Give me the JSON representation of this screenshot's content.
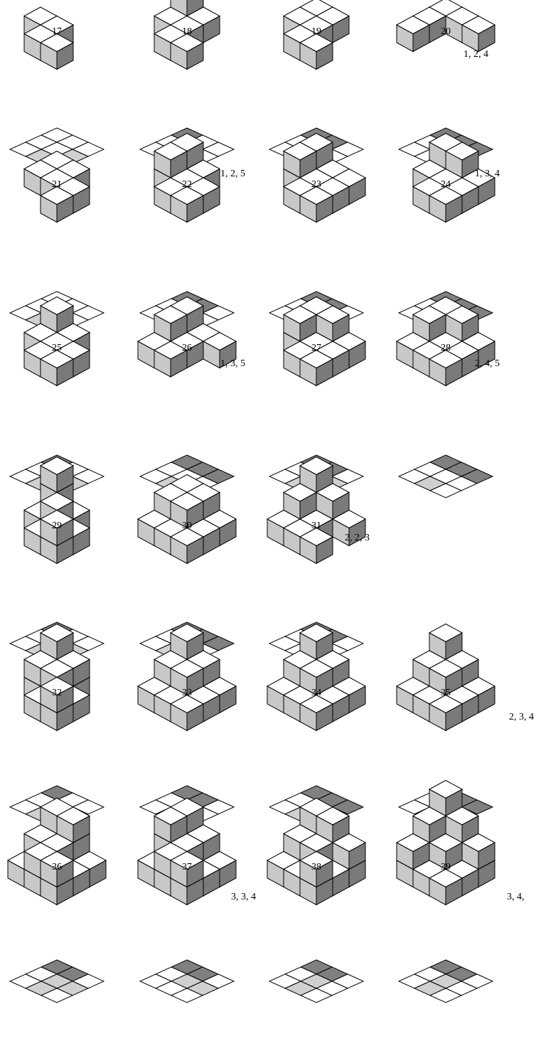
{
  "colors": {
    "top_face": "#ffffff",
    "left_face": "#c8c8c8",
    "right_face": "#7a7a7a",
    "stroke": "#000000",
    "grid_empty": "#ffffff",
    "grid_light": "#d0d0d0",
    "grid_dark": "#808080"
  },
  "groups": [
    {
      "labels": [
        "1, 2, 4"
      ],
      "items": [
        {
          "number": "17",
          "heights": [
            [
              0,
              0,
              0
            ],
            [
              1,
              1,
              0
            ],
            [
              0,
              1,
              1
            ]
          ],
          "shade": [
            [
              0,
              0,
              0
            ],
            [
              0,
              0,
              1
            ],
            [
              0,
              1,
              0
            ]
          ]
        },
        {
          "number": "18",
          "heights": [
            [
              2,
              1,
              0
            ],
            [
              1,
              1,
              0
            ],
            [
              0,
              1,
              1
            ]
          ],
          "shade": [
            [
              2,
              0,
              0
            ],
            [
              0,
              0,
              0
            ],
            [
              0,
              1,
              0
            ]
          ]
        },
        {
          "number": "19",
          "heights": [
            [
              1,
              1,
              0
            ],
            [
              1,
              1,
              0
            ],
            [
              0,
              1,
              1
            ]
          ],
          "shade": [
            [
              2,
              2,
              0
            ],
            [
              0,
              0,
              0
            ],
            [
              0,
              1,
              0
            ]
          ]
        },
        {
          "number": "20",
          "heights": [
            [
              1,
              1,
              1
            ],
            [
              1,
              0,
              0
            ],
            [
              1,
              0,
              0
            ]
          ],
          "shade": [
            [
              2,
              2,
              2
            ],
            [
              0,
              0,
              0
            ],
            [
              0,
              0,
              0
            ]
          ]
        }
      ]
    },
    {
      "labels": [
        "1, 2, 5",
        "1, 3, 4"
      ],
      "items": [
        {
          "number": "21",
          "heights": [
            [
              1,
              1,
              0
            ],
            [
              1,
              1,
              1
            ],
            [
              0,
              0,
              1
            ]
          ],
          "shade": [
            [
              0,
              0,
              0
            ],
            [
              0,
              0,
              0
            ],
            [
              0,
              1,
              1
            ]
          ]
        },
        {
          "number": "22",
          "heights": [
            [
              2,
              1,
              0
            ],
            [
              2,
              1,
              1
            ],
            [
              0,
              1,
              1
            ]
          ],
          "shade": [
            [
              2,
              2,
              0
            ],
            [
              0,
              0,
              0
            ],
            [
              0,
              0,
              0
            ]
          ]
        },
        {
          "number": "23",
          "heights": [
            [
              2,
              1,
              1
            ],
            [
              2,
              1,
              1
            ],
            [
              0,
              1,
              1
            ]
          ],
          "shade": [
            [
              2,
              2,
              0
            ],
            [
              0,
              1,
              1
            ],
            [
              0,
              0,
              0
            ]
          ]
        },
        {
          "number": "24",
          "heights": [
            [
              2,
              2,
              1
            ],
            [
              1,
              1,
              1
            ],
            [
              0,
              1,
              1
            ]
          ],
          "shade": [
            [
              2,
              2,
              2
            ],
            [
              0,
              0,
              1
            ],
            [
              0,
              0,
              0
            ]
          ]
        }
      ]
    },
    {
      "labels": [
        "1, 3, 5",
        "2, 4, 5"
      ],
      "items": [
        {
          "number": "25",
          "heights": [
            [
              2,
              1,
              0
            ],
            [
              1,
              1,
              1
            ],
            [
              0,
              1,
              1
            ]
          ],
          "shade": [
            [
              2,
              0,
              0
            ],
            [
              0,
              0,
              1
            ],
            [
              0,
              1,
              0
            ]
          ]
        },
        {
          "number": "26",
          "heights": [
            [
              2,
              1,
              1
            ],
            [
              2,
              1,
              0
            ],
            [
              1,
              1,
              0
            ]
          ],
          "shade": [
            [
              2,
              2,
              2
            ],
            [
              0,
              0,
              0
            ],
            [
              0,
              1,
              0
            ]
          ]
        },
        {
          "number": "27",
          "heights": [
            [
              2,
              2,
              1
            ],
            [
              2,
              1,
              1
            ],
            [
              0,
              1,
              1
            ]
          ],
          "shade": [
            [
              2,
              2,
              0
            ],
            [
              0,
              0,
              1
            ],
            [
              0,
              1,
              0
            ]
          ]
        },
        {
          "number": "28",
          "heights": [
            [
              2,
              2,
              1
            ],
            [
              2,
              1,
              1
            ],
            [
              1,
              1,
              1
            ]
          ],
          "shade": [
            [
              2,
              2,
              2
            ],
            [
              0,
              0,
              0
            ],
            [
              0,
              1,
              0
            ]
          ]
        }
      ]
    },
    {
      "labels": [
        "2, 2, 3"
      ],
      "items": [
        {
          "number": "29",
          "heights": [
            [
              3,
              1,
              0
            ],
            [
              1,
              2,
              1
            ],
            [
              0,
              1,
              2
            ]
          ],
          "shade": [
            [
              2,
              0,
              0
            ],
            [
              0,
              1,
              1
            ],
            [
              0,
              1,
              0
            ]
          ]
        },
        {
          "number": "30",
          "heights": [
            [
              2,
              2,
              1
            ],
            [
              2,
              2,
              1
            ],
            [
              1,
              1,
              1
            ]
          ],
          "shade": [
            [
              2,
              2,
              2
            ],
            [
              0,
              1,
              0
            ],
            [
              0,
              1,
              0
            ]
          ]
        },
        {
          "number": "31",
          "heights": [
            [
              3,
              2,
              1
            ],
            [
              2,
              1,
              0
            ],
            [
              1,
              1,
              1
            ]
          ],
          "shade": [
            [
              2,
              2,
              0
            ],
            [
              0,
              1,
              0
            ],
            [
              0,
              0,
              0
            ]
          ]
        }
      ]
    },
    {
      "labels": [
        "2, 3, 4"
      ],
      "items": [
        {
          "number": "32",
          "heights": [
            [
              3,
              2,
              0
            ],
            [
              2,
              2,
              1
            ],
            [
              0,
              1,
              2
            ]
          ],
          "shade": [
            [
              2,
              0,
              0
            ],
            [
              0,
              1,
              1
            ],
            [
              0,
              1,
              0
            ]
          ]
        },
        {
          "number": "33",
          "heights": [
            [
              3,
              2,
              1
            ],
            [
              2,
              2,
              1
            ],
            [
              1,
              1,
              1
            ]
          ],
          "shade": [
            [
              2,
              2,
              0
            ],
            [
              0,
              1,
              0
            ],
            [
              0,
              1,
              0
            ]
          ]
        },
        {
          "number": "34",
          "heights": [
            [
              3,
              2,
              1
            ],
            [
              2,
              2,
              1
            ],
            [
              1,
              1,
              1
            ]
          ],
          "shade": [
            [
              2,
              2,
              2
            ],
            [
              0,
              0,
              0
            ],
            [
              0,
              1,
              0
            ]
          ]
        },
        {
          "number": "35",
          "heights": [
            [
              3,
              2,
              1
            ],
            [
              2,
              2,
              1
            ],
            [
              1,
              1,
              1
            ]
          ],
          "shade": [
            [
              0,
              2,
              2
            ],
            [
              0,
              0,
              0
            ],
            [
              0,
              1,
              0
            ]
          ]
        }
      ]
    },
    {
      "labels": [
        "3, 3, 4",
        "3, 4,"
      ],
      "items": [
        {
          "number": "36",
          "heights": [
            [
              3,
              3,
              1
            ],
            [
              2,
              2,
              1
            ],
            [
              1,
              2,
              2
            ]
          ],
          "shade": [
            [
              2,
              2,
              0
            ],
            [
              0,
              1,
              1
            ],
            [
              0,
              1,
              0
            ]
          ]
        },
        {
          "number": "37",
          "heights": [
            [
              3,
              2,
              1
            ],
            [
              3,
              2,
              1
            ],
            [
              1,
              2,
              2
            ]
          ],
          "shade": [
            [
              2,
              2,
              0
            ],
            [
              0,
              1,
              1
            ],
            [
              0,
              0,
              0
            ]
          ]
        },
        {
          "number": "38",
          "heights": [
            [
              3,
              3,
              2
            ],
            [
              2,
              2,
              1
            ],
            [
              1,
              1,
              2
            ]
          ],
          "shade": [
            [
              2,
              2,
              0
            ],
            [
              0,
              1,
              0
            ],
            [
              0,
              1,
              0
            ]
          ]
        },
        {
          "number": "39",
          "heights": [
            [
              4,
              3,
              2
            ],
            [
              3,
              2,
              1
            ],
            [
              2,
              1,
              1
            ]
          ],
          "shade": [
            [
              2,
              2,
              0
            ],
            [
              0,
              1,
              0
            ],
            [
              0,
              1,
              0
            ]
          ]
        }
      ]
    }
  ]
}
